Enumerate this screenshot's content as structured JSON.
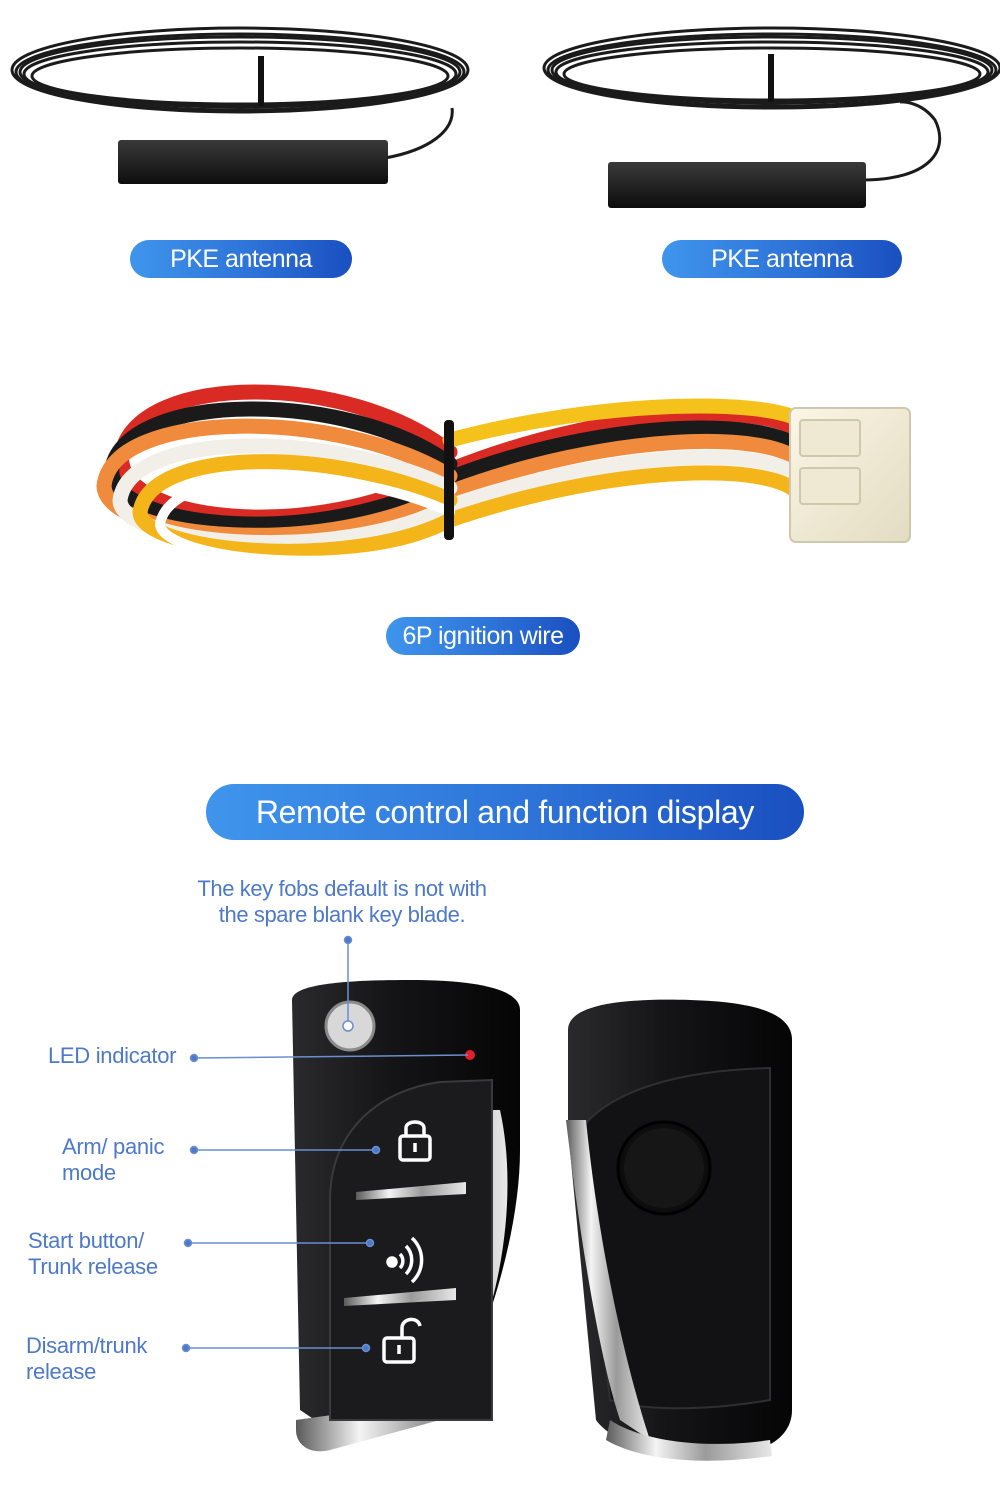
{
  "accessories": [
    {
      "label": "PKE antenna"
    },
    {
      "label": "PKE antenna"
    },
    {
      "label": "6P ignition wire"
    }
  ],
  "remote_section": {
    "title": "Remote control and function display",
    "note_line1": "The key fobs default is not with",
    "note_line2": "the spare blank key blade.",
    "callouts": {
      "led": "LED indicator",
      "arm_line1": "Arm/ panic",
      "arm_line2": "mode",
      "start_line1": "Start button/",
      "start_line2": "Trunk release",
      "disarm_line1": "Disarm/trunk",
      "disarm_line2": "release"
    }
  },
  "colors": {
    "accent": "#2d73d8",
    "callout_text": "#4d79c8",
    "led": "#e0202a"
  },
  "icons": [
    "lock-closed-icon",
    "remote-signal-icon",
    "lock-open-icon"
  ]
}
